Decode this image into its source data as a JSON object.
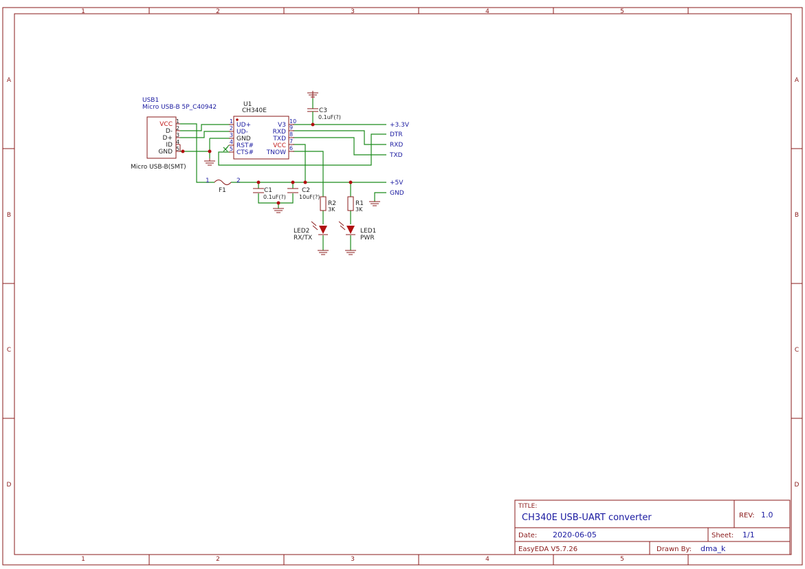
{
  "frame": {
    "columns": [
      "1",
      "2",
      "3",
      "4",
      "5"
    ],
    "rows": [
      "A",
      "B",
      "C",
      "D"
    ]
  },
  "components": {
    "usb1": {
      "designator": "USB1",
      "value": "Micro USB-B 5P_C40942",
      "footprint": "Micro USB-B(SMT)",
      "pins": [
        {
          "name": "VCC",
          "number": "1"
        },
        {
          "name": "D-",
          "number": "2"
        },
        {
          "name": "D+",
          "number": "3"
        },
        {
          "name": "ID",
          "number": "4"
        },
        {
          "name": "GND",
          "number": "5"
        }
      ]
    },
    "u1": {
      "designator": "U1",
      "value": "CH340E",
      "left_pins": [
        {
          "name": "UD+",
          "number": "1"
        },
        {
          "name": "UD-",
          "number": "2"
        },
        {
          "name": "GND",
          "number": "3"
        },
        {
          "name": "RST#",
          "number": "4"
        },
        {
          "name": "CTS#",
          "number": "5"
        }
      ],
      "right_pins": [
        {
          "name": "V3",
          "number": "10"
        },
        {
          "name": "RXD",
          "number": "9"
        },
        {
          "name": "TXD",
          "number": "8"
        },
        {
          "name": "VCC",
          "number": "7"
        },
        {
          "name": "TNOW",
          "number": "6"
        }
      ]
    },
    "c3": {
      "designator": "C3",
      "value": "0.1uF(?)"
    },
    "c1": {
      "designator": "C1",
      "value": "0.1uF(?)"
    },
    "c2": {
      "designator": "C2",
      "value": "10uF(?)"
    },
    "f1": {
      "designator": "F1",
      "pin1": "1",
      "pin2": "2"
    },
    "r2": {
      "designator": "R2",
      "value": "3K"
    },
    "r1": {
      "designator": "R1",
      "value": "3K"
    },
    "led2": {
      "designator": "LED2",
      "value": "RX/TX"
    },
    "led1": {
      "designator": "LED1",
      "value": "PWR"
    }
  },
  "net_labels": {
    "v33": "+3.3V",
    "dtr": "DTR",
    "rxd": "RXD",
    "txd": "TXD",
    "v5": "+5V",
    "gnd": "GND"
  },
  "title_block": {
    "title_label": "TITLE:",
    "title": "CH340E USB-UART converter",
    "rev_label": "REV:",
    "rev": "1.0",
    "date_label": "Date:",
    "date": "2020-06-05",
    "sheet_label": "Sheet:",
    "sheet": "1/1",
    "tool": "EasyEDA V5.7.26",
    "drawn_label": "Drawn By:",
    "drawn_by": "dma_k"
  },
  "colors": {
    "frame": "#8a1a1a",
    "wire": "#1b8a1b",
    "pin_name": "#c01818",
    "net_label": "#1a1aa0"
  }
}
